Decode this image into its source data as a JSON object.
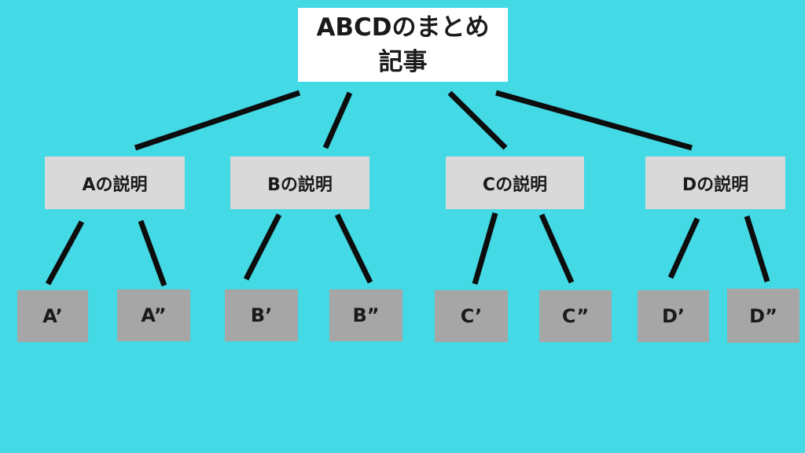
{
  "colors": {
    "background": "#43d9e5",
    "root_fill": "#ffffff",
    "middle_fill": "#d9d9d9",
    "leaf_fill": "#a6a6a6",
    "line": "#0d0d0d",
    "text": "#1a1a1a"
  },
  "root": {
    "label": "ABCDのまとめ記事"
  },
  "middle": [
    {
      "label": "Aの説明"
    },
    {
      "label": "Bの説明"
    },
    {
      "label": "Cの説明"
    },
    {
      "label": "Dの説明"
    }
  ],
  "leaves": [
    {
      "label": "A’"
    },
    {
      "label": "A”"
    },
    {
      "label": "B’"
    },
    {
      "label": "B”"
    },
    {
      "label": "C’"
    },
    {
      "label": "C”"
    },
    {
      "label": "D’"
    },
    {
      "label": "D”"
    }
  ]
}
